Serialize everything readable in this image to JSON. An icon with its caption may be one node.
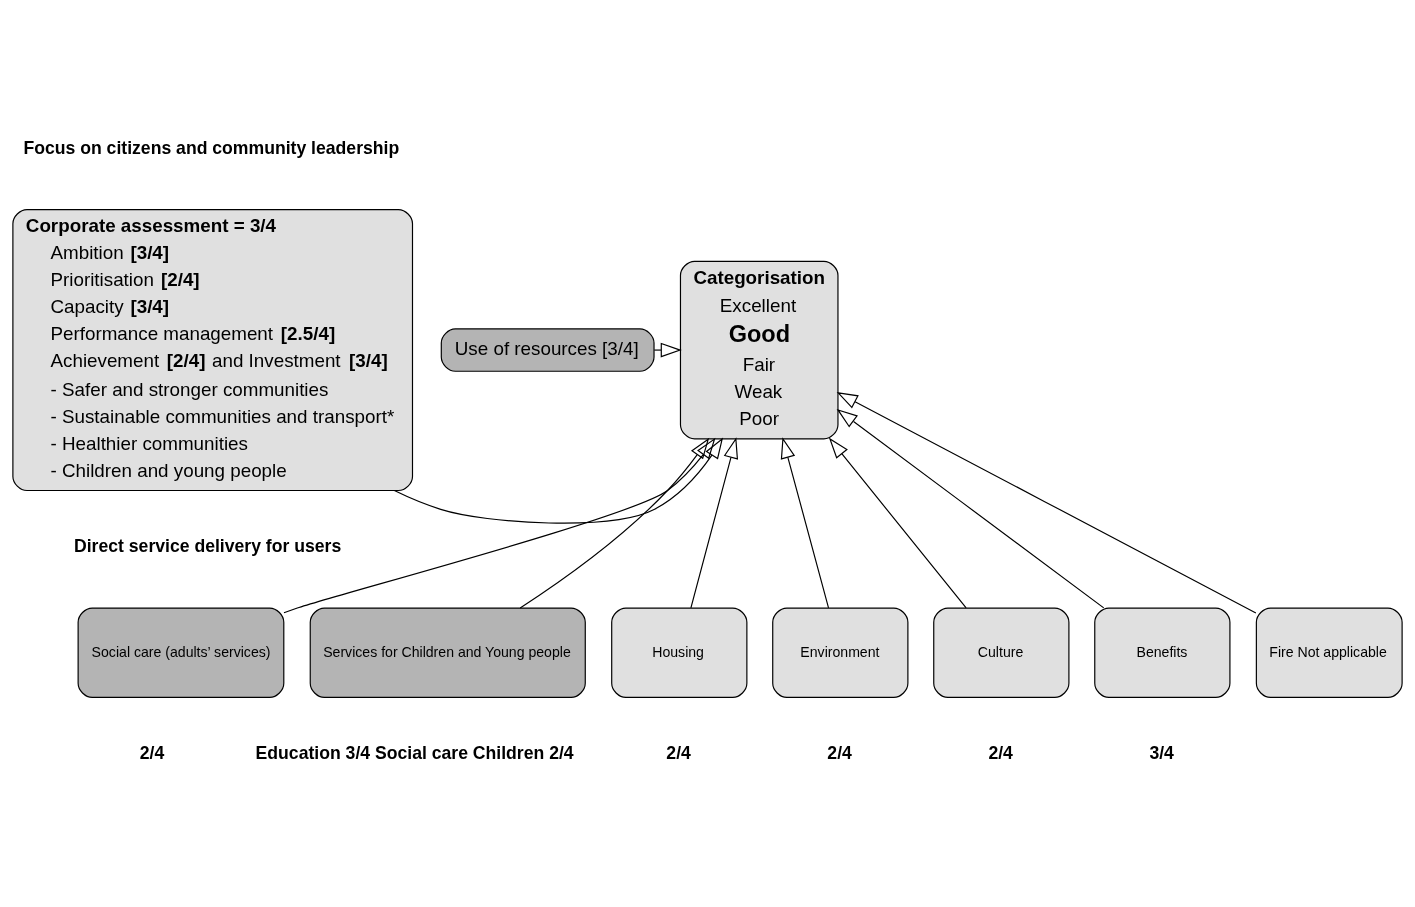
{
  "diagram": {
    "nodes": [
      {
        "text": [
          "Corporate assessment = 3/4",
          "Ambition **[3/4]**",
          "Prioritisation **[2/4]**",
          "Capacity **[3/4]**",
          "Performance management **[2.5/4]**",
          "Achievement **[2/4]** and Investment **[3/4]**",
          "- Safer and stronger communities",
          "- Sustainable communities and transport*",
          "- Healthier communities",
          "- Children and young people"
        ]
      },
      {
        "text": [
          "Categorisation",
          "Excellent",
          "Good",
          "Fair",
          "Weak",
          "Poor"
        ]
      },
      {
        "text": [
          "Use of resources [3/4]"
        ]
      },
      {
        "text": [
          "Social care (adults’ services)"
        ],
        "beside": [
          "2/4"
        ]
      },
      {
        "text": [
          "Services for Children and Young people"
        ],
        "beside": [
          "Education 3/4 Social care Children 2/4"
        ]
      },
      {
        "text": [
          "Housing"
        ],
        "beside": [
          "2/4"
        ]
      },
      {
        "text": [
          "Environment"
        ],
        "beside": [
          "2/4"
        ]
      },
      {
        "text": [
          "Culture"
        ],
        "beside": [
          "2/4"
        ]
      },
      {
        "text": [
          "Benefits"
        ],
        "beside": [
          "3/4"
        ]
      },
      {
        "text": [
          "Fire Not applicable"
        ]
      }
    ],
    "edges": [
      {
        "from": 0,
        "to": 1,
        "arrow": "to"
      },
      {
        "from": 2,
        "to": 1,
        "arrow": "to"
      },
      {
        "from": 3,
        "to": 1,
        "arrow": "to"
      },
      {
        "from": 4,
        "to": 1,
        "arrow": "to"
      },
      {
        "from": 5,
        "to": 1,
        "arrow": "to"
      },
      {
        "from": 6,
        "to": 1,
        "arrow": "to"
      },
      {
        "from": 7,
        "to": 1,
        "arrow": "to"
      },
      {
        "from": 8,
        "to": 1,
        "arrow": "to"
      },
      {
        "from": 9,
        "to": 1,
        "arrow": "to"
      }
    ],
    "labels": [
      "Focus on citizens and community leadership",
      "Direct service delivery for users"
    ]
  }
}
